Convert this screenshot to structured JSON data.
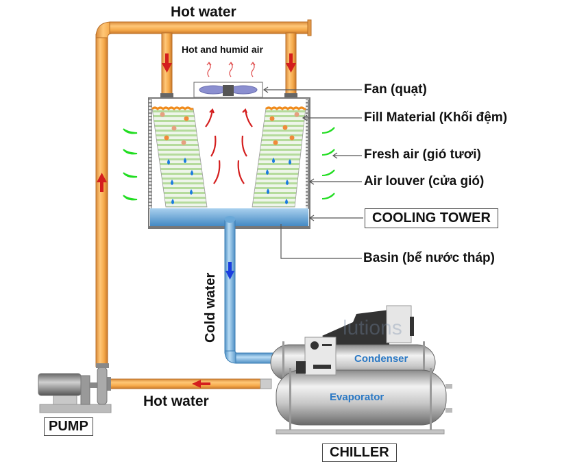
{
  "diagram": {
    "title": "Cooling tower and chiller water loop",
    "labels": {
      "hot_water_top": "Hot water",
      "hot_humid_air": "Hot and humid air",
      "fan": "Fan (quạt)",
      "fill_material": "Fill Material (Khối đệm)",
      "fresh_air": "Fresh air (gió tươi)",
      "air_louver": "Air louver (cửa gió)",
      "cooling_tower": "COOLING TOWER",
      "basin": "Basin (bể nước tháp)",
      "cold_water": "Cold water",
      "condenser": "Condenser",
      "evaporator": "Evaporator",
      "hot_water_bottom": "Hot water",
      "pump": "PUMP",
      "chiller": "CHILLER",
      "watermark": "lutions"
    },
    "colors": {
      "hot_pipe": "#f5a94a",
      "hot_pipe_edge": "#c9782a",
      "cold_pipe": "#8cc0e6",
      "cold_pipe_edge": "#3d7fb5",
      "flow_arrow_hot": "#d41e1e",
      "flow_arrow_cold": "#1a3ee0",
      "fresh_air": "#22dd22",
      "basin_water": "#5a9fd4",
      "fill_stripes": "#a9d38f",
      "water_drop": "#1a7ae0",
      "hot_drop": "#f08a3a"
    },
    "flow": [
      {
        "from": "pump",
        "to": "cooling_tower",
        "medium": "Hot water",
        "direction": "up"
      },
      {
        "from": "cooling_tower_basin",
        "to": "chiller_condenser",
        "medium": "Cold water",
        "direction": "down"
      },
      {
        "from": "chiller_condenser",
        "to": "pump",
        "medium": "Hot water",
        "direction": "left"
      }
    ]
  }
}
